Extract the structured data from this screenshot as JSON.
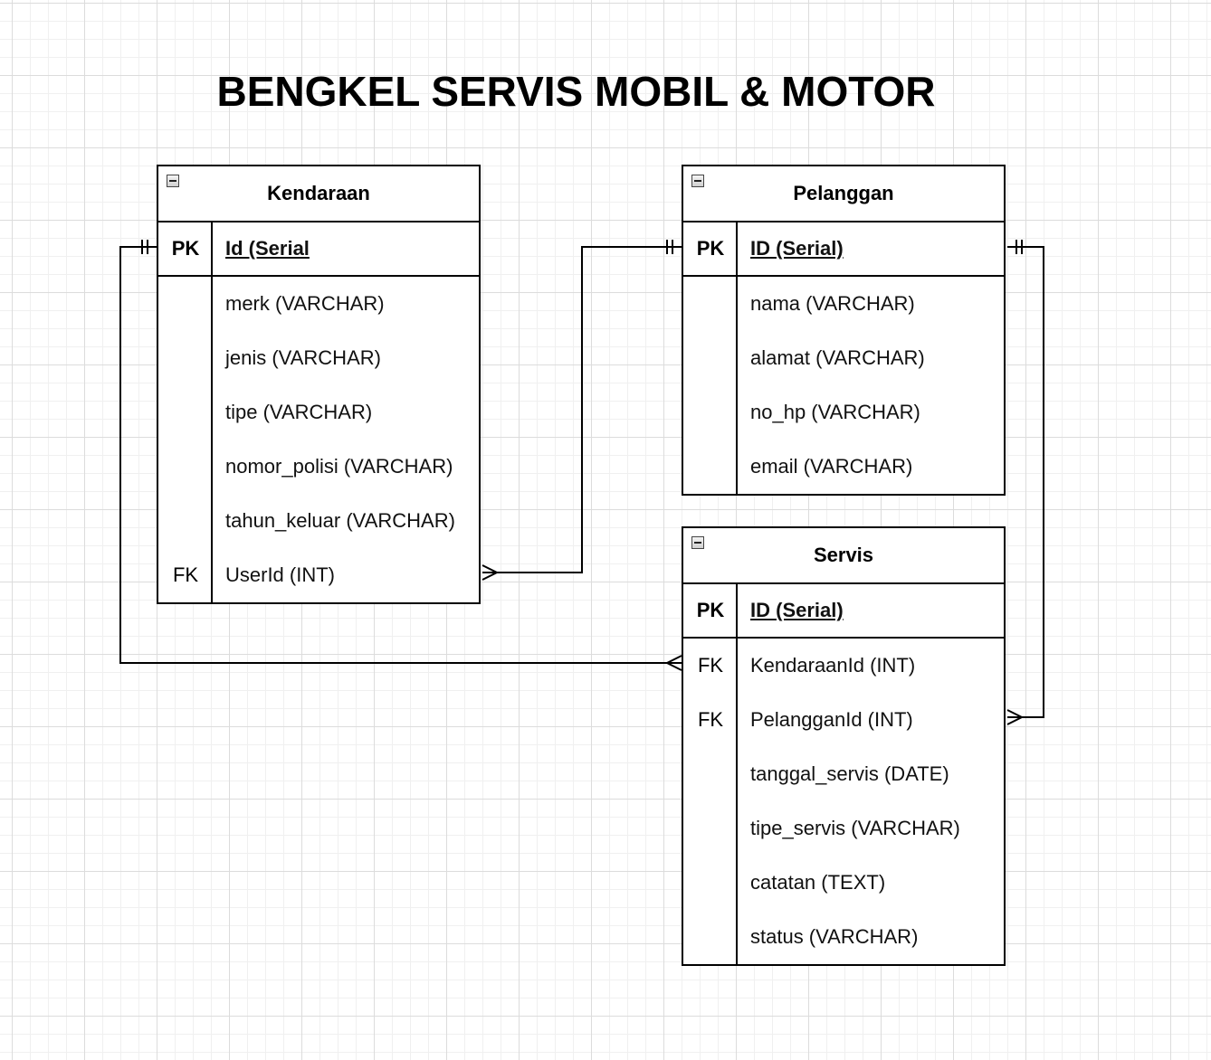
{
  "title": "BENGKEL SERVIS MOBIL & MOTOR",
  "entities": {
    "kendaraan": {
      "name": "Kendaraan",
      "pk": {
        "key": "PK",
        "field": "Id (Serial"
      },
      "rows": [
        {
          "key": "",
          "field": "merk (VARCHAR)"
        },
        {
          "key": "",
          "field": "jenis (VARCHAR)"
        },
        {
          "key": "",
          "field": "tipe (VARCHAR)"
        },
        {
          "key": "",
          "field": "nomor_polisi (VARCHAR)"
        },
        {
          "key": "",
          "field": "tahun_keluar (VARCHAR)"
        },
        {
          "key": "FK",
          "field": "UserId (INT)"
        }
      ]
    },
    "pelanggan": {
      "name": "Pelanggan",
      "pk": {
        "key": "PK",
        "field": "ID (Serial)"
      },
      "rows": [
        {
          "key": "",
          "field": "nama (VARCHAR)"
        },
        {
          "key": "",
          "field": "alamat (VARCHAR)"
        },
        {
          "key": "",
          "field": "no_hp (VARCHAR)"
        },
        {
          "key": "",
          "field": "email (VARCHAR)"
        }
      ]
    },
    "servis": {
      "name": "Servis",
      "pk": {
        "key": "PK",
        "field": "ID (Serial)"
      },
      "rows": [
        {
          "key": "FK",
          "field": "KendaraanId (INT)"
        },
        {
          "key": "FK",
          "field": "PelangganId (INT)"
        },
        {
          "key": "",
          "field": "tanggal_servis (DATE)"
        },
        {
          "key": "",
          "field": "tipe_servis (VARCHAR)"
        },
        {
          "key": "",
          "field": "catatan (TEXT)"
        },
        {
          "key": "",
          "field": "status (VARCHAR)"
        }
      ]
    }
  },
  "relationships": [
    {
      "from": "Kendaraan.Id",
      "to": "Servis.KendaraanId",
      "from_end": "one-and-only-one",
      "to_end": "many"
    },
    {
      "from": "Pelanggan.ID",
      "to": "Kendaraan.UserId",
      "from_end": "one-and-only-one",
      "to_end": "many"
    },
    {
      "from": "Pelanggan.ID",
      "to": "Servis.PelangganId",
      "from_end": "one-and-only-one",
      "to_end": "many"
    }
  ]
}
